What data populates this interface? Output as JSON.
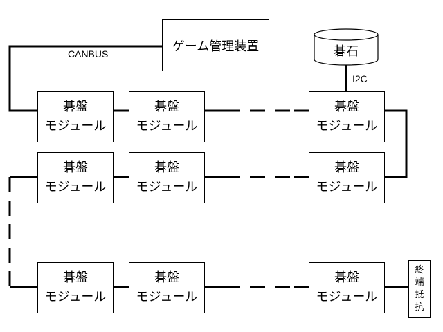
{
  "controller": {
    "label": "ゲーム管理装置"
  },
  "stone": {
    "label": "碁石"
  },
  "bus_label": "CANBUS",
  "i2c_label": "I2C",
  "module": {
    "line1": "碁盤",
    "line2": "モジュール"
  },
  "terminator": {
    "chars": [
      "終",
      "端",
      "抵",
      "抗"
    ]
  },
  "colors": {
    "line": "#000000",
    "background": "#ffffff"
  }
}
